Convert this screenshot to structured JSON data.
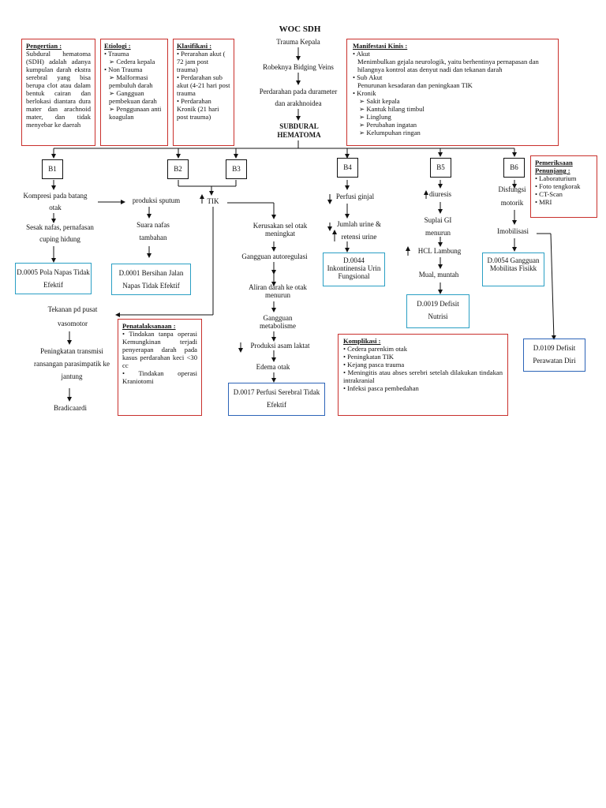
{
  "title": "WOC SDH",
  "center_flow": [
    "Trauma Kepala",
    "Robeknya Bidging Veins",
    "Perdarahan pada durameter",
    "dan arakhnoidea"
  ],
  "center_main": "SUBDURAL HEMATOMA",
  "pengertian": {
    "header": "Pengertian :",
    "text": "Subdural hematoma (SDH) adalah adanya kumpulan darah ekstra serebral yang bisa berupa clot atau dalam bentuk cairan dan berlokasi diantara dura mater dan arachnoid mater, dan tidak menyebar ke daerah"
  },
  "etiologi": {
    "header": "Etiologi :",
    "items": [
      "• Trauma",
      "➢ Cedera kepala",
      "• Non Trauma",
      "➢ Malformasi pembuluh darah",
      "➢ Gangguan pembekuan darah",
      "➢ Penggunaan anti koagulan"
    ]
  },
  "klasifikasi": {
    "header": "Klasifikasi :",
    "items": [
      "• Perarahan akut ( 72 jam post trauma)",
      "• Perdarahan sub akut (4-21 hari post trauma",
      "• Perdarahan Kronik (21 hari post trauma)"
    ]
  },
  "manifestasi": {
    "header": "Manifestasi Kinis :",
    "items": [
      "• Akut",
      "Menimbulkan gejala neurologik, yaitu berhentinya pernapasan dan hilangnya kontrol atas denyut nadi dan tekanan darah",
      "• Sub Akut",
      "Penurunan kesadaran dan peningkaan TIK",
      "• Kronik",
      "➢ Sakit kepala",
      "➢ Kantuk hilang timbul",
      "➢ Linglung",
      "➢ Perubahan ingatan",
      "➢ Kelumpuhan ringan"
    ]
  },
  "pemeriksaan": {
    "header": "Pemeriksaan Penunjang :",
    "items": [
      "• Laboraturium",
      "• Foto tengkorak",
      "• CT-Scan",
      "• MRI"
    ]
  },
  "penatalaksanaan": {
    "header": "Penatalaksanaan :",
    "items": [
      "• Tindakan tanpa operasi Kemungkinan terjadi penyerapan darah pada kasus perdarahan keci <30 cc",
      "• Tindakan operasi Kraniotomi"
    ]
  },
  "komplikasi": {
    "header": "Komplikasi :",
    "items": [
      "• Cedera parenkim otak",
      "• Peningkatan TIK",
      "• Kejang pasca trauma",
      "• Meningitis atau abses serebri setelah dilakukan tindakan intrakranial",
      "• Infeksi pasca pembedahan"
    ]
  },
  "b_labels": [
    "B1",
    "B2",
    "B3",
    "B4",
    "B5",
    "B6"
  ],
  "b1": {
    "n1": "Kompresi pada batang otak",
    "n2": "Sesak nafas, pernafasan cuping hidung",
    "dx": "D.0005 Pola Napas Tidak Efektif"
  },
  "b2": {
    "n1": "produksi sputum",
    "n2": "Suara nafas tambahan",
    "dx": "D.0001 Bersihan Jalan Napas Tidak Efektif"
  },
  "tik": "TIK",
  "b3": {
    "n1": "Kerusakan sel otak meningkat",
    "n2": "Gangguan autoregulasi",
    "n3": "Aliran darah ke otak menurun",
    "n4": "Gangguan metabolisme",
    "n5": "Produksi asam laktat",
    "n6": "Edema otak",
    "dx": "D.0017 Perfusi Serebral Tidak Efektif"
  },
  "left_flow": {
    "n1": "Tekanan pd pusat vasomotor",
    "n2": "Peningkatan transmisi ransangan parasimpatik ke jantung",
    "n3": "Bradicaardi"
  },
  "b4": {
    "n1": "Perfusi ginjal",
    "n2": "Jumlah urine & retensi urine",
    "dx": "D.0044 Inkontinensia Urin Fungsional"
  },
  "b5": {
    "n1": "diuresis",
    "n2": "Suplai GI menurun",
    "n3": "HCL Lambung",
    "n4": "Mual, muntah",
    "dx": "D.0019 Defisit Nutrisi"
  },
  "b6": {
    "n1": "Disfungsi motorik",
    "n2": "Imobilisasi",
    "dx1": "D.0054 Gangguan Mobilitas Fisikk",
    "dx2": "D.0109 Defisit Perawatan Diri"
  }
}
